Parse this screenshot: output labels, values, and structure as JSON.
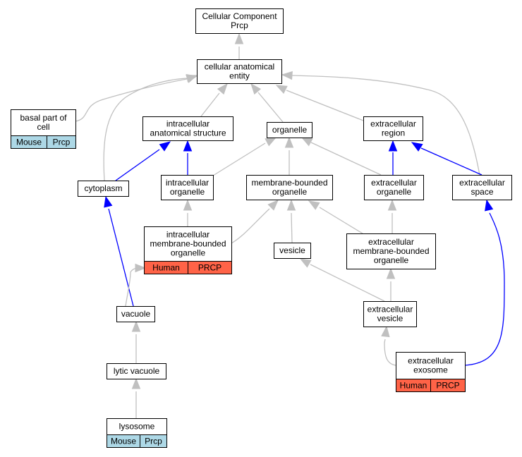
{
  "nodes": {
    "cellular_component": {
      "lines": [
        "Cellular Component",
        "Prcp"
      ]
    },
    "cellular_anatomical_entity": {
      "lines": [
        "cellular anatomical",
        "entity"
      ]
    },
    "basal_part_of_cell": {
      "lines": [
        "basal part of",
        "cell"
      ],
      "cells": [
        "Mouse",
        "Prcp"
      ]
    },
    "intracellular_anatomical_structure": {
      "lines": [
        "intracellular",
        "anatomical structure"
      ]
    },
    "organelle": {
      "lines": [
        "organelle"
      ]
    },
    "extracellular_region": {
      "lines": [
        "extracellular",
        "region"
      ]
    },
    "cytoplasm": {
      "lines": [
        "cytoplasm"
      ]
    },
    "intracellular_organelle": {
      "lines": [
        "intracellular",
        "organelle"
      ]
    },
    "membrane_bounded_organelle": {
      "lines": [
        "membrane-bounded",
        "organelle"
      ]
    },
    "extracellular_organelle": {
      "lines": [
        "extracellular",
        "organelle"
      ]
    },
    "extracellular_space": {
      "lines": [
        "extracellular",
        "space"
      ]
    },
    "intracellular_membrane_bounded_organelle": {
      "lines": [
        "intracellular",
        "membrane-bounded",
        "organelle"
      ],
      "cells": [
        "Human",
        "PRCP"
      ]
    },
    "vesicle": {
      "lines": [
        "vesicle"
      ]
    },
    "extracellular_membrane_bounded_organelle": {
      "lines": [
        "extracellular",
        "membrane-bounded",
        "organelle"
      ]
    },
    "vacuole": {
      "lines": [
        "vacuole"
      ]
    },
    "extracellular_vesicle": {
      "lines": [
        "extracellular",
        "vesicle"
      ]
    },
    "lytic_vacuole": {
      "lines": [
        "lytic vacuole"
      ]
    },
    "extracellular_exosome": {
      "lines": [
        "extracellular",
        "exosome"
      ],
      "cells": [
        "Human",
        "PRCP"
      ]
    },
    "lysosome": {
      "lines": [
        "lysosome"
      ],
      "cells": [
        "Mouse",
        "Prcp"
      ]
    }
  },
  "edges": [
    {
      "from": "cellular_anatomical_entity",
      "to": "cellular_component",
      "color": "gray"
    },
    {
      "from": "basal_part_of_cell",
      "to": "cellular_anatomical_entity",
      "color": "gray"
    },
    {
      "from": "cytoplasm",
      "to": "cellular_anatomical_entity",
      "color": "gray"
    },
    {
      "from": "intracellular_anatomical_structure",
      "to": "cellular_anatomical_entity",
      "color": "gray"
    },
    {
      "from": "organelle",
      "to": "cellular_anatomical_entity",
      "color": "gray"
    },
    {
      "from": "extracellular_region",
      "to": "cellular_anatomical_entity",
      "color": "gray"
    },
    {
      "from": "extracellular_space",
      "to": "cellular_anatomical_entity",
      "color": "gray"
    },
    {
      "from": "cytoplasm",
      "to": "intracellular_anatomical_structure",
      "color": "blue"
    },
    {
      "from": "intracellular_organelle",
      "to": "intracellular_anatomical_structure",
      "color": "blue"
    },
    {
      "from": "intracellular_organelle",
      "to": "organelle",
      "color": "gray"
    },
    {
      "from": "membrane_bounded_organelle",
      "to": "organelle",
      "color": "gray"
    },
    {
      "from": "extracellular_organelle",
      "to": "organelle",
      "color": "gray"
    },
    {
      "from": "extracellular_organelle",
      "to": "extracellular_region",
      "color": "blue"
    },
    {
      "from": "extracellular_space",
      "to": "extracellular_region",
      "color": "blue"
    },
    {
      "from": "intracellular_membrane_bounded_organelle",
      "to": "intracellular_organelle",
      "color": "gray"
    },
    {
      "from": "intracellular_membrane_bounded_organelle",
      "to": "membrane_bounded_organelle",
      "color": "gray"
    },
    {
      "from": "vesicle",
      "to": "membrane_bounded_organelle",
      "color": "gray"
    },
    {
      "from": "extracellular_membrane_bounded_organelle",
      "to": "membrane_bounded_organelle",
      "color": "gray"
    },
    {
      "from": "extracellular_membrane_bounded_organelle",
      "to": "extracellular_organelle",
      "color": "gray"
    },
    {
      "from": "vacuole",
      "to": "cytoplasm",
      "color": "blue"
    },
    {
      "from": "vacuole",
      "to": "intracellular_membrane_bounded_organelle",
      "color": "gray"
    },
    {
      "from": "extracellular_vesicle",
      "to": "vesicle",
      "color": "gray"
    },
    {
      "from": "extracellular_vesicle",
      "to": "extracellular_membrane_bounded_organelle",
      "color": "gray"
    },
    {
      "from": "lytic_vacuole",
      "to": "vacuole",
      "color": "gray"
    },
    {
      "from": "lysosome",
      "to": "lytic_vacuole",
      "color": "gray"
    },
    {
      "from": "extracellular_exosome",
      "to": "extracellular_vesicle",
      "color": "gray"
    },
    {
      "from": "extracellular_exosome",
      "to": "extracellular_space",
      "color": "blue"
    }
  ],
  "colors": {
    "is_a_edge": "#c0c0c0",
    "part_of_edge": "#0000ff",
    "mouse_cell": "#add8e6",
    "human_cell": "#ff6347"
  }
}
